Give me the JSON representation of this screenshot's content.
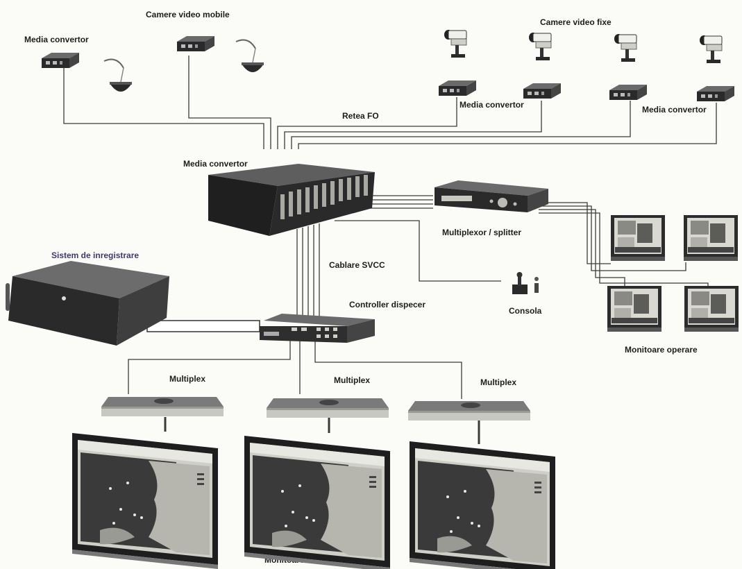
{
  "labels": {
    "mobile_cameras": "Camere video mobile",
    "fixed_cameras": "Camere video fixe",
    "media_convertor_left": "Media convertor",
    "media_convertor_fixed_1": "Media convertor",
    "media_convertor_fixed_2": "Media convertor",
    "fiber_network": "Retea FO",
    "media_convertor_central": "Media convertor",
    "multiplexor_splitter": "Multiplexor / splitter",
    "recording_system": "Sistem de inregistrare",
    "svcc_cabling": "Cablare SVCC",
    "dispatcher_controller": "Controller dispecer",
    "console": "Consola",
    "operation_monitors": "Monitoare operare",
    "multiplex_1": "Multiplex",
    "multiplex_2": "Multiplex",
    "multiplex_3": "Multiplex",
    "tactical_monitors": "Monitoare tactice"
  },
  "colors": {
    "line": "#3a3a3a",
    "device_dark": "#262626",
    "device_mid": "#5a5a5a",
    "screen_light": "#d8d8d0",
    "map_sea": "#3a3a3a",
    "map_land": "#b8b8b0",
    "accent_label": "#3d3a70"
  },
  "icons": [
    "mobile-camera-icon",
    "fixed-camera-icon",
    "media-convertor-icon",
    "rack-convertor-icon",
    "multiplexor-icon",
    "dvr-icon",
    "controller-icon",
    "joystick-icon",
    "operation-monitor-icon",
    "multiplex-device-icon",
    "tactical-map-monitor-icon"
  ]
}
